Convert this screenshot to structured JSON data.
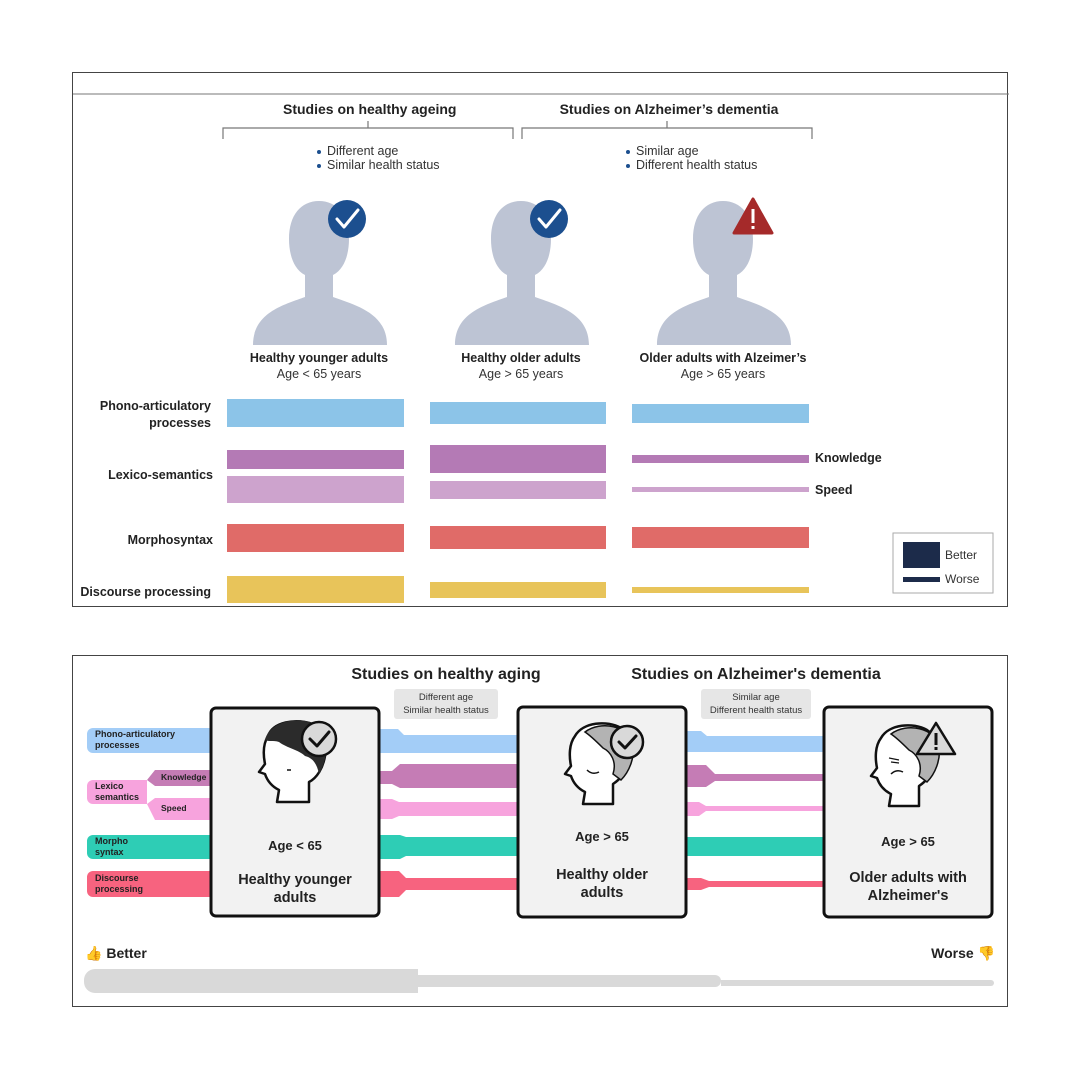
{
  "top": {
    "group_healthy_title": "Studies on healthy ageing",
    "group_alz_title": "Studies on Alzheimer’s dementia",
    "healthy_bullets": [
      "Different age",
      "Similar health status"
    ],
    "alz_bullets": [
      "Similar age",
      "Different health status"
    ],
    "persons": [
      {
        "name": "Healthy younger adults",
        "age": "Age < 65 years",
        "badge": "check-icon"
      },
      {
        "name": "Healthy older adults",
        "age": "Age > 65 years",
        "badge": "check-icon"
      },
      {
        "name": "Older adults with Alzeimer’s",
        "age": "Age > 65 years",
        "badge": "warning-icon"
      }
    ],
    "rows": {
      "phono": "Phono-articulatory processes",
      "lexico": "Lexico-semantics",
      "morpho": "Morphosyntax",
      "discourse": "Discourse processing"
    },
    "side_labels": {
      "knowledge": "Knowledge",
      "speed": "Speed"
    },
    "legend": {
      "better": "Better",
      "worse": "Worse"
    },
    "colors": {
      "phono": "#8cc4e8",
      "knowledge": "#b47ab5",
      "speed": "#cda3cd",
      "morpho": "#e06b68",
      "discourse": "#e8c45a",
      "person": "#bdc4d4",
      "check": "#1c4f8f",
      "warning": "#a52a2a",
      "legend": "#1c2b4a"
    }
  },
  "bottom": {
    "group_healthy_title": "Studies on healthy aging",
    "group_alz_title": "Studies on Alzheimer's dementia",
    "healthy_chip": [
      "Different age",
      "Similar health status"
    ],
    "alz_chip": [
      "Similar age",
      "Different health status"
    ],
    "cards": [
      {
        "age": "Age < 65",
        "name": [
          "Healthy younger",
          "adults"
        ],
        "badge": "check-icon"
      },
      {
        "age": "Age > 65",
        "name": [
          "Healthy older",
          "adults"
        ],
        "badge": "check-icon"
      },
      {
        "age": "Age > 65",
        "name": [
          "Older adults with",
          "Alzheimer's"
        ],
        "badge": "warning-icon"
      }
    ],
    "tags": {
      "phono": [
        "Phono-articulatory",
        "processes"
      ],
      "lexico": [
        "Lexico",
        "semantics"
      ],
      "knowledge": "Knowledge",
      "speed": "Speed",
      "morpho": [
        "Morpho",
        "syntax"
      ],
      "discourse": [
        "Discourse",
        "processing"
      ]
    },
    "scale": {
      "better": "Better",
      "worse": "Worse",
      "better_icon": "👍",
      "worse_icon": "👎"
    },
    "colors": {
      "phono": "#a3cdf7",
      "knowledge": "#c57cb5",
      "speed": "#f7a3dd",
      "morpho": "#2ecdb5",
      "discourse": "#f7637f",
      "card_bg": "#f2f2f2",
      "scale": "#d9d9d9"
    }
  }
}
